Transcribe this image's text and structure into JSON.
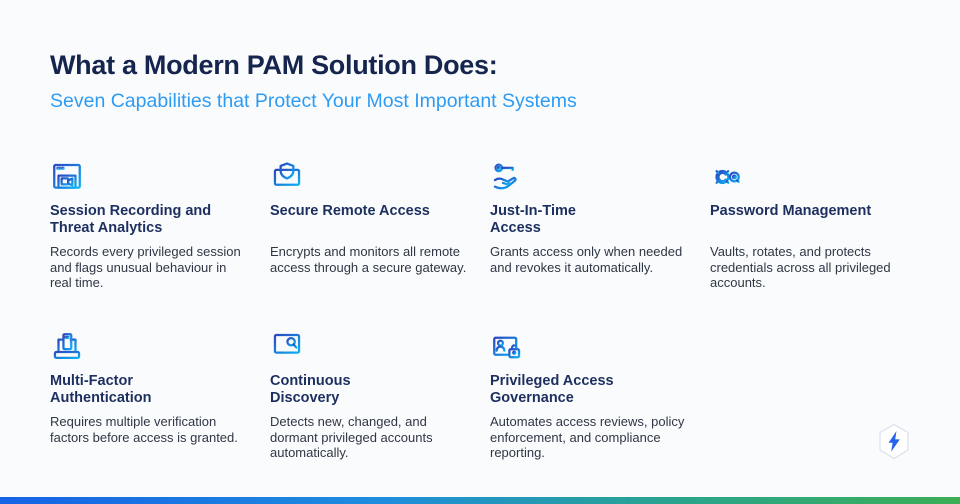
{
  "page": {
    "title": "What a Modern PAM Solution Does:",
    "subtitle": "Seven Capabilities that Protect Your Most Important Systems"
  },
  "colors": {
    "background": "#fafbfd",
    "title_navy": "#15254d",
    "subtitle_blue": "#2e9bf3",
    "card_title_navy": "#1d2f5f",
    "body_text": "#2f3744",
    "icon_gradient_start": "#2b47c0",
    "icon_gradient_end": "#0cb0f5",
    "footer_gradient_left_blue": "#1563e6",
    "footer_gradient_right_green": "#3bae55",
    "logo_bolt_blue": "#2563eb"
  },
  "capabilities": [
    {
      "icon": "session-recording-icon",
      "title": "Session Recording and\nThreat Analytics",
      "description": "Records every privileged session and flags unusual behaviour in real time."
    },
    {
      "icon": "secure-remote-access-icon",
      "title": "Secure Remote Access",
      "description": "Encrypts and monitors all remote access through a secure gateway."
    },
    {
      "icon": "just-in-time-access-icon",
      "title": "Just-In-Time\nAccess",
      "description": "Grants access only when needed and revokes it automatically."
    },
    {
      "icon": "password-management-icon",
      "title": "Password Management",
      "description": "Vaults, rotates, and protects credentials across all privileged accounts."
    },
    {
      "icon": "multi-factor-authentication-icon",
      "title": "Multi-Factor\nAuthentication",
      "description": "Requires multiple verification factors before access is granted."
    },
    {
      "icon": "continuous-discovery-icon",
      "title": "Continuous\nDiscovery",
      "description": "Detects new, changed, and dormant privileged accounts automatically."
    },
    {
      "icon": "privileged-access-governance-icon",
      "title": "Privileged Access\nGovernance",
      "description": "Automates access reviews, policy enforcement, and compliance reporting."
    }
  ],
  "footer": {
    "logo": "lightning-bolt-hexagon"
  }
}
